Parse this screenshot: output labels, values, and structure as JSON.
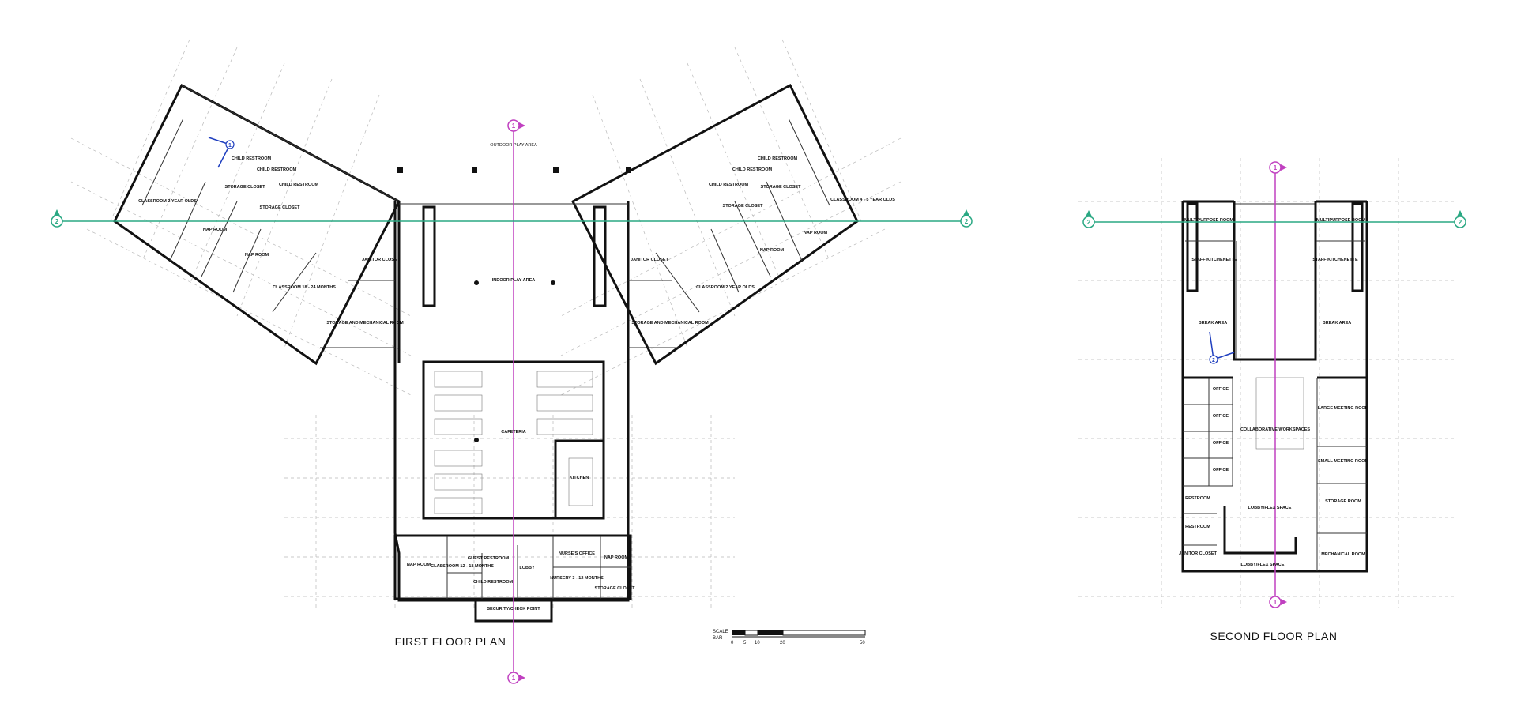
{
  "first_floor": {
    "title": "FIRST FLOOR PLAN",
    "rooms": {
      "classroom_2yr_left": "CLASSROOM 2 YEAR OLDS",
      "nap_left_1": "NAP ROOM",
      "nap_left_2": "NAP ROOM",
      "child_rr_l1": "CHILD RESTROOM",
      "child_rr_l2": "CHILD RESTROOM",
      "child_rr_l3": "CHILD RESTROOM",
      "storage_closet_l1": "STORAGE CLOSET",
      "storage_closet_l2": "STORAGE CLOSET",
      "classroom_18_24": "CLASSROOM 18 - 24 MONTHS",
      "janitor_left": "JANITOR CLOSET",
      "storage_mech_left": "STORAGE AND MECHANICAL ROOM",
      "outdoor_play": "OUTDOOR PLAY AREA",
      "indoor_play": "INDOOR PLAY AREA",
      "cafeteria": "CAFETERIA",
      "kitchen": "KITCHEN",
      "janitor_right": "JANITOR CLOSET",
      "storage_mech_right": "STORAGE AND MECHANICAL ROOM",
      "classroom_2yr_right": "CLASSROOM 2 YEAR OLDS",
      "classroom_4_5": "CLASSROOM 4 - 5 YEAR OLDS",
      "nap_right_1": "NAP ROOM",
      "nap_right_2": "NAP ROOM",
      "child_rr_r1": "CHILD RESTROOM",
      "child_rr_r2": "CHILD RESTROOM",
      "child_rr_r3": "CHILD RESTROOM",
      "storage_closet_r1": "STORAGE CLOSET",
      "storage_closet_r2": "STORAGE CLOSET",
      "nap_front_left": "NAP ROOM",
      "classroom_12_18": "CLASSROOM 12 - 18 MONTHS",
      "guest_restroom": "GUEST RESTROOM",
      "child_restroom_front": "CHILD RESTROOM",
      "lobby": "LOBBY",
      "nurses_office": "NURSE'S OFFICE",
      "nursery": "NURSERY 3 - 12 MONTHS",
      "nap_front_right": "NAP ROOM",
      "storage_closet_front": "STORAGE CLOSET",
      "security": "SECURITY/CHECK POINT"
    }
  },
  "second_floor": {
    "title": "SECOND FLOOR PLAN",
    "rooms": {
      "multipurpose_left": "MULTIPURPOSE ROOM",
      "multipurpose_right": "MULTIPURPOSE ROOM",
      "staff_kitchenette_left": "STAFF KITCHENETTE",
      "staff_kitchenette_right": "STAFF KITCHENETTE",
      "break_left": "BREAK AREA",
      "break_right": "BREAK AREA",
      "office_1": "OFFICE",
      "office_2": "OFFICE",
      "office_3": "OFFICE",
      "office_4": "OFFICE",
      "collab": "COLLABORATIVE WORKSPACES",
      "large_meeting": "LARGE MEETING ROOM",
      "small_meeting": "SMALL MEETING ROOM",
      "storage_room": "STORAGE ROOM",
      "restroom_1": "RESTROOM",
      "restroom_2": "RESTROOM",
      "janitor": "JANITOR CLOSET",
      "lobby_flex_upper": "LOBBY/FLEX SPACE",
      "lobby_flex_lower": "LOBBY/FLEX SPACE",
      "mechanical": "MECHANICAL ROOM"
    }
  },
  "markers": {
    "section_1": "1",
    "section_2": "2",
    "view_1": "1",
    "view_2": "2"
  },
  "scale_bar": {
    "label_1": "SCALE",
    "label_2": "BAR",
    "ticks": [
      "0",
      "5",
      "10",
      "20",
      "50"
    ]
  },
  "colors": {
    "section_1": "#c040c0",
    "section_2": "#2aa883",
    "view_marker": "#1f3fbf",
    "walls": "#111111",
    "grid": "#b9b9b9"
  }
}
